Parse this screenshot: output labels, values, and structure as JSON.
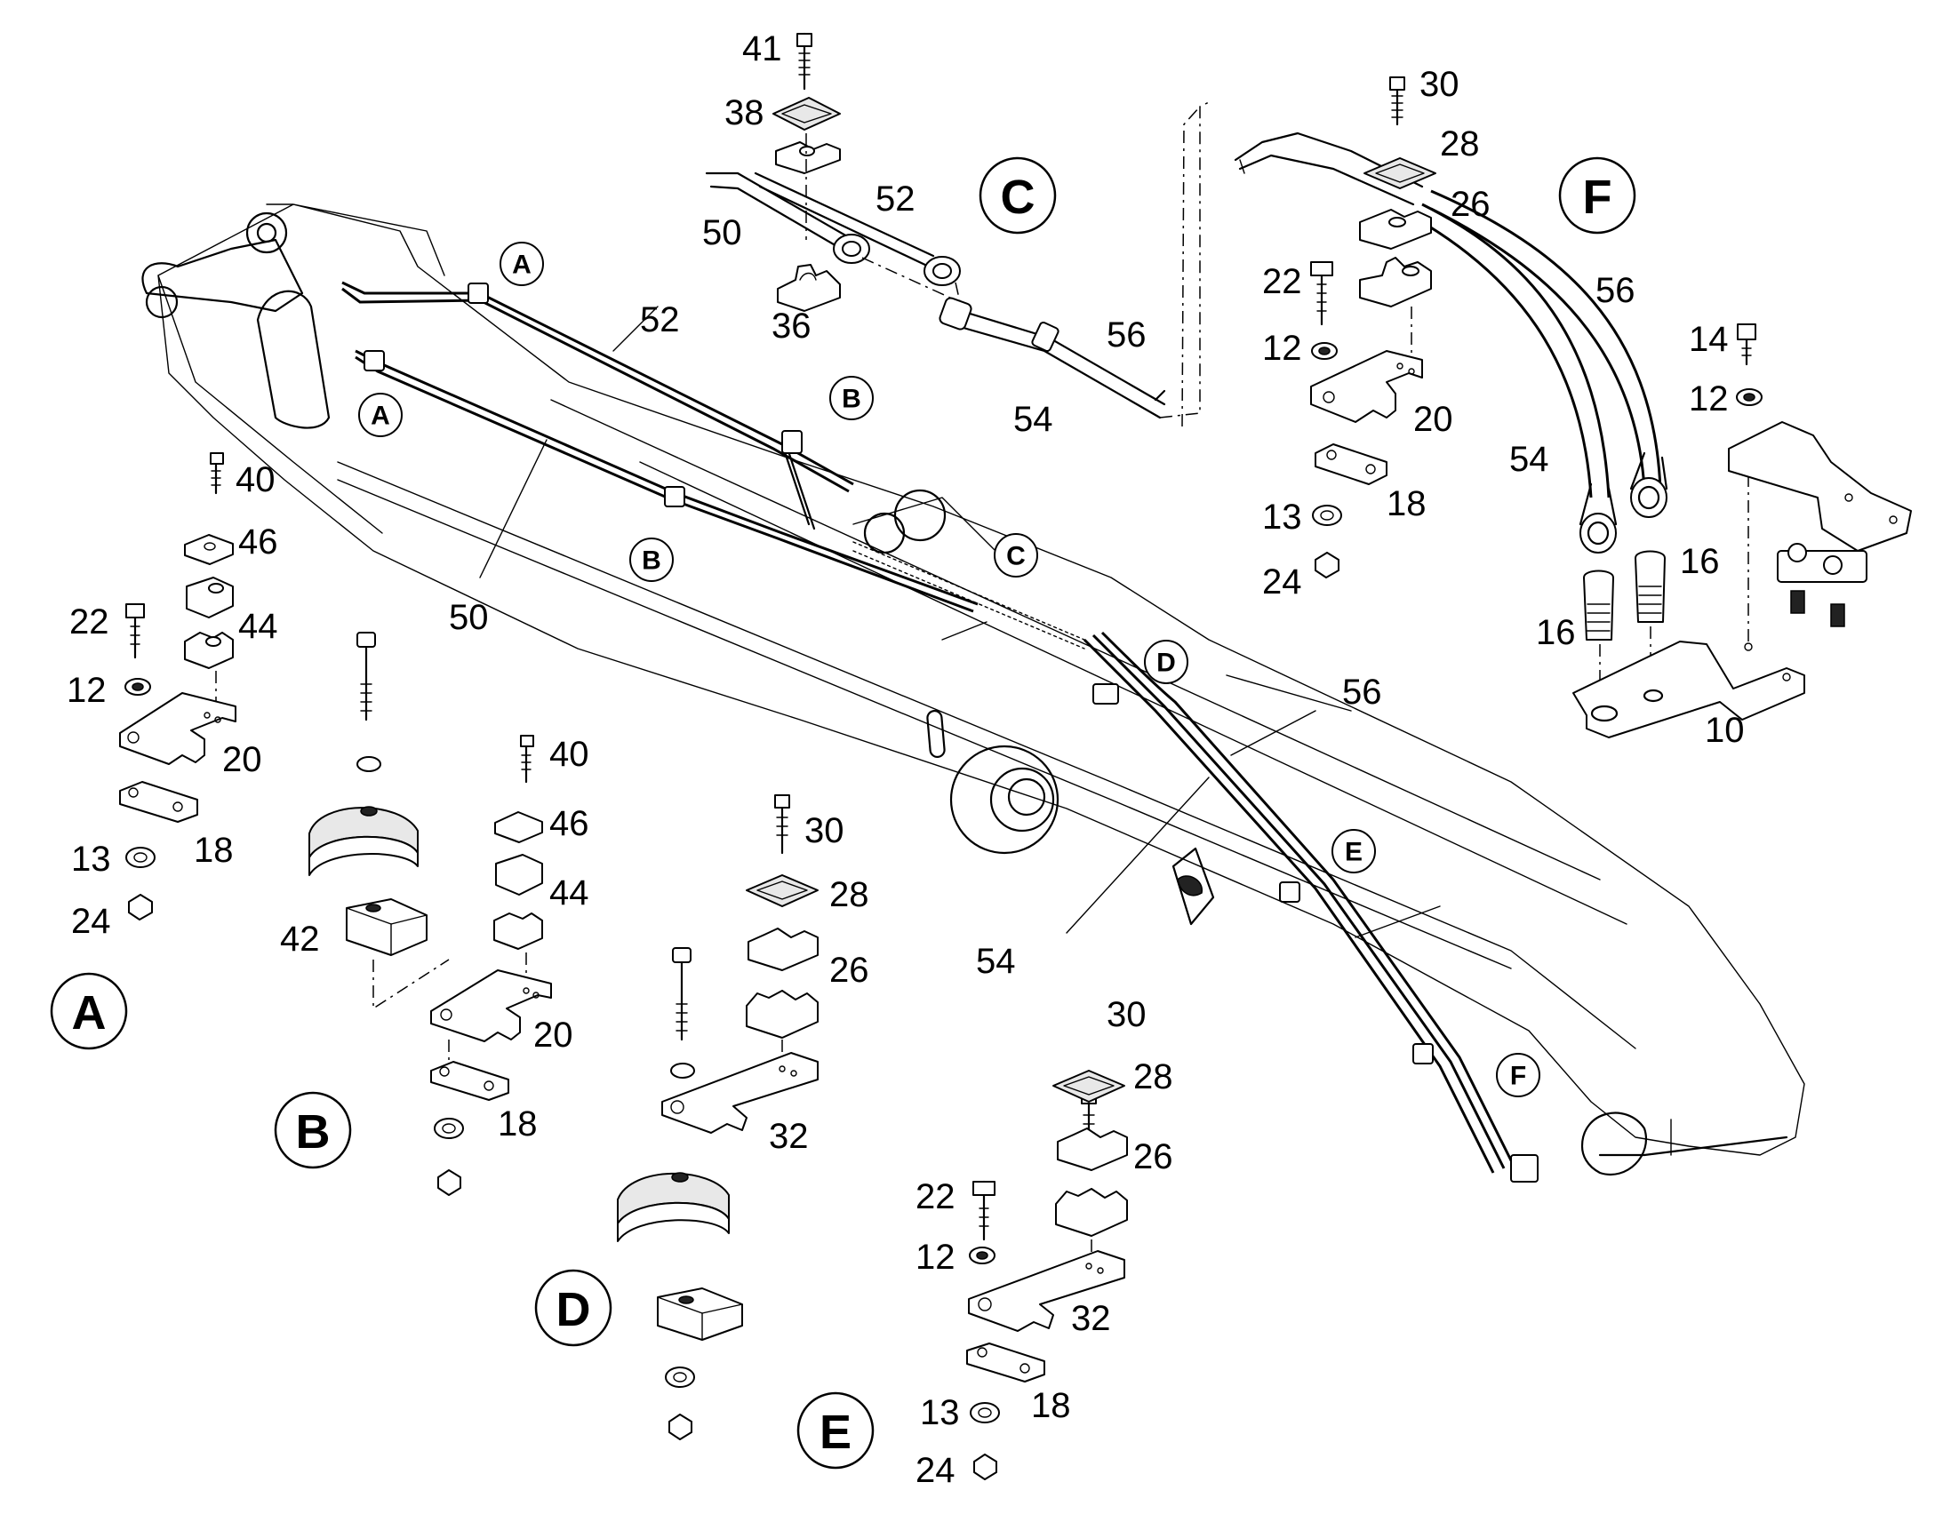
{
  "diagram": {
    "section_labels": {
      "A": "A",
      "B": "B",
      "C": "C",
      "D": "D",
      "E": "E",
      "F": "F"
    },
    "boom_markers": {
      "A1": "A",
      "A2": "A",
      "B1": "B",
      "B2": "B",
      "C": "C",
      "D": "D",
      "E": "E",
      "F": "F"
    },
    "part_numbers": {
      "p10": "10",
      "p12": "12",
      "p13": "13",
      "p14": "14",
      "p16": "16",
      "p18": "18",
      "p20": "20",
      "p22": "22",
      "p24": "24",
      "p26": "26",
      "p28": "28",
      "p30": "30",
      "p32": "32",
      "p36": "36",
      "p38": "38",
      "p40": "40",
      "p41": "41",
      "p42": "42",
      "p44": "44",
      "p46": "46",
      "p50": "50",
      "p52": "52",
      "p54": "54",
      "p56": "56"
    }
  }
}
